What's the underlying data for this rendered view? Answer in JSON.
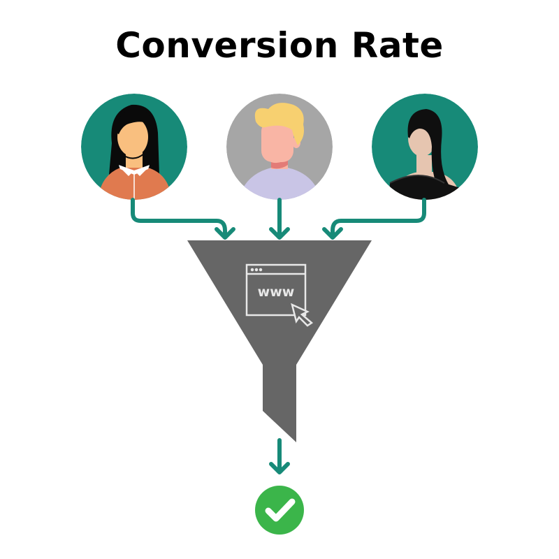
{
  "title": "Conversion Rate",
  "colors": {
    "background": "#ffffff",
    "title": "#000000",
    "teal": "#178a78",
    "avatar_gray_bg": "#a6a6a6",
    "funnel": "#666666",
    "funnel_icon_stroke": "#e8e8e8",
    "success_green": "#3bb54a",
    "checkmark": "#ffffff"
  },
  "avatars": [
    {
      "id": "woman-orange-shirt",
      "description": "woman with long black hair, orange shirt with white collar",
      "background": "#178a78"
    },
    {
      "id": "man-blond",
      "description": "man with blond hair, lavender shirt",
      "background": "#a6a6a6"
    },
    {
      "id": "woman-black-top",
      "description": "woman with black side-swept hair, black off-shoulder top",
      "background": "#178a78"
    }
  ],
  "funnel": {
    "icon": "browser-www-click-icon",
    "icon_text": "www"
  },
  "result": {
    "icon": "check-circle-icon"
  }
}
